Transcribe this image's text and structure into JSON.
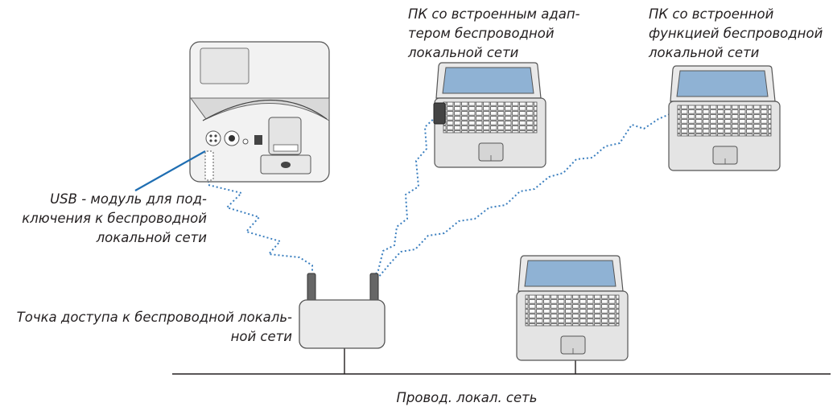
{
  "labels": {
    "laptop_adapter": [
      "ПК со встроенным адап-",
      "тером беспроводной",
      "локальной сети"
    ],
    "laptop_builtin": [
      "ПК со встроенной",
      "функцией беспроводной",
      "локальной сети"
    ],
    "usb_module": [
      "USB - модуль для под-",
      "ключения к беспроводной",
      "локальной сети"
    ],
    "access_point": [
      "Точка доступа к беспроводной локаль-",
      "ной сети"
    ],
    "wired_lan": "Провод. локал. сеть"
  },
  "colors": {
    "dotted_link": "#3b7fbf",
    "pointer_line": "#1f6eb2",
    "device_outline": "#555555",
    "device_fill": "#f2f2f2",
    "screen": "#8fb2d4",
    "cable": "#231f20"
  },
  "icons": [
    "projector",
    "usb-wireless-module",
    "laptop-with-adapter",
    "laptop-builtin-wifi",
    "wireless-access-point",
    "wired-laptop"
  ]
}
